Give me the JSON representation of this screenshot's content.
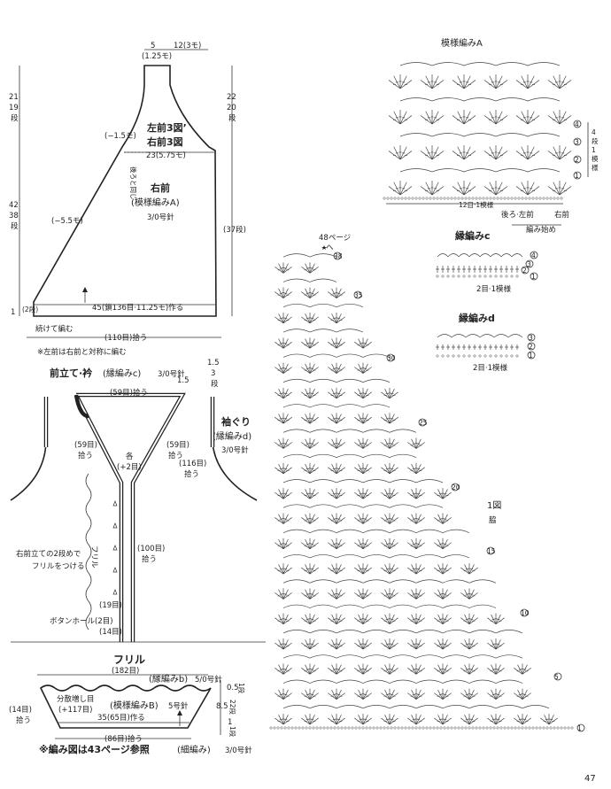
{
  "page": {
    "number": "47"
  },
  "right_front": {
    "top_w_left": "5",
    "top_w_left_sub": "(1.25モ)",
    "top_w_right": "12(3モ)",
    "h_top_left": "21",
    "h_top_left_rows": "19",
    "h_top_left_unit": "段",
    "h_top_right": "22",
    "h_top_right_rows": "20",
    "h_top_right_unit": "段",
    "ref_left3": "左前3図’",
    "ref_right3": "右前3図",
    "dec_left_small": "(−1.5モ)",
    "mid_width": "23(5.75モ)",
    "same_as_back": "後ろと同じ",
    "title": "右前",
    "pattern": "(模様編みA)",
    "needle": "3/0号針",
    "h_main": "42",
    "h_main_rows": "38",
    "h_main_unit": "段",
    "dec_left": "(−5.5モ)",
    "h_right": "(37段)",
    "cast_on": "45(鎖136目·11.25モ)作る",
    "edge_h": "1",
    "edge_rows": "(2段)",
    "continue_note": "続けて編む",
    "pickup": "(110目)拾う",
    "mirror_note": "※左前は右前と対称に編む"
  },
  "front_band": {
    "title": "前立て·衿",
    "pattern": "(縁編みc)",
    "needle": "3/0号針",
    "pick_top": "(59目)拾う",
    "pick_left": "(59目)",
    "pick_left2": "拾う",
    "pick_right": "(59目)",
    "pick_right2": "拾う",
    "each": "各",
    "plus2": "(+2目)",
    "frill_label": "フリル",
    "frill_note1": "右前立ての2段めで",
    "frill_note2": "フリルをつける",
    "pick_100": "(100目)",
    "pick_100b": "拾う",
    "r19": "(19目)",
    "buttonhole": "ボタンホール(2目)",
    "r14": "(14目)",
    "w15": "1.5",
    "w15b": "1.5",
    "rows3": "3",
    "rows3u": "段",
    "armhole_title": "袖ぐり",
    "armhole_pattern": "(縁編みd)",
    "armhole_needle": "3/0号針",
    "pick_116": "(116目)",
    "pick_116b": "拾う"
  },
  "frill": {
    "title": "フリル",
    "pick": "(182目)",
    "edge_pattern": "(縁編みb)",
    "edge_needle": "5/0号針",
    "incr": "分散増し目",
    "incr2": "(+117目)",
    "pick_left": "(14目)",
    "pick_left2": "拾う",
    "body_pattern": "(模様編みB)",
    "body_needle": "5号針",
    "cast": "35(65目)作る",
    "h05": "0.5",
    "h_rows1": "1段",
    "h85": "8.5",
    "h22": "22段",
    "h1": "1",
    "h_rows1b": "1段",
    "pick_86": "(86目)拾う",
    "bottom_pattern": "(細編み)",
    "bottom_needle": "3/0号針",
    "note": "※編み図は43ページ参照"
  },
  "pattern_a": {
    "title": "模様編みA",
    "repeat": "12目·1模様",
    "back_left": "後ろ·左前",
    "right_front": "右前",
    "start": "編み始め",
    "rows_4": "4",
    "rows_label": "段",
    "rows_label2": "1",
    "rows_label3": "模",
    "rows_label4": "様",
    "row_marks": [
      "4",
      "3",
      "2",
      "1"
    ]
  },
  "edge_c": {
    "title": "縁編みc",
    "repeat": "2目·1模様",
    "row_marks": [
      "4",
      "3",
      "2",
      "1"
    ]
  },
  "edge_d": {
    "title": "縁編みd",
    "repeat": "2目·1模様",
    "row_marks": [
      "3",
      "2",
      "1"
    ]
  },
  "chart1": {
    "to_page": "48ページ",
    "to_page_suffix": "へ",
    "title": "1図",
    "label": "脇",
    "row_marks": [
      "38",
      "35",
      "30",
      "25",
      "20",
      "15",
      "10",
      "5",
      "1"
    ]
  }
}
